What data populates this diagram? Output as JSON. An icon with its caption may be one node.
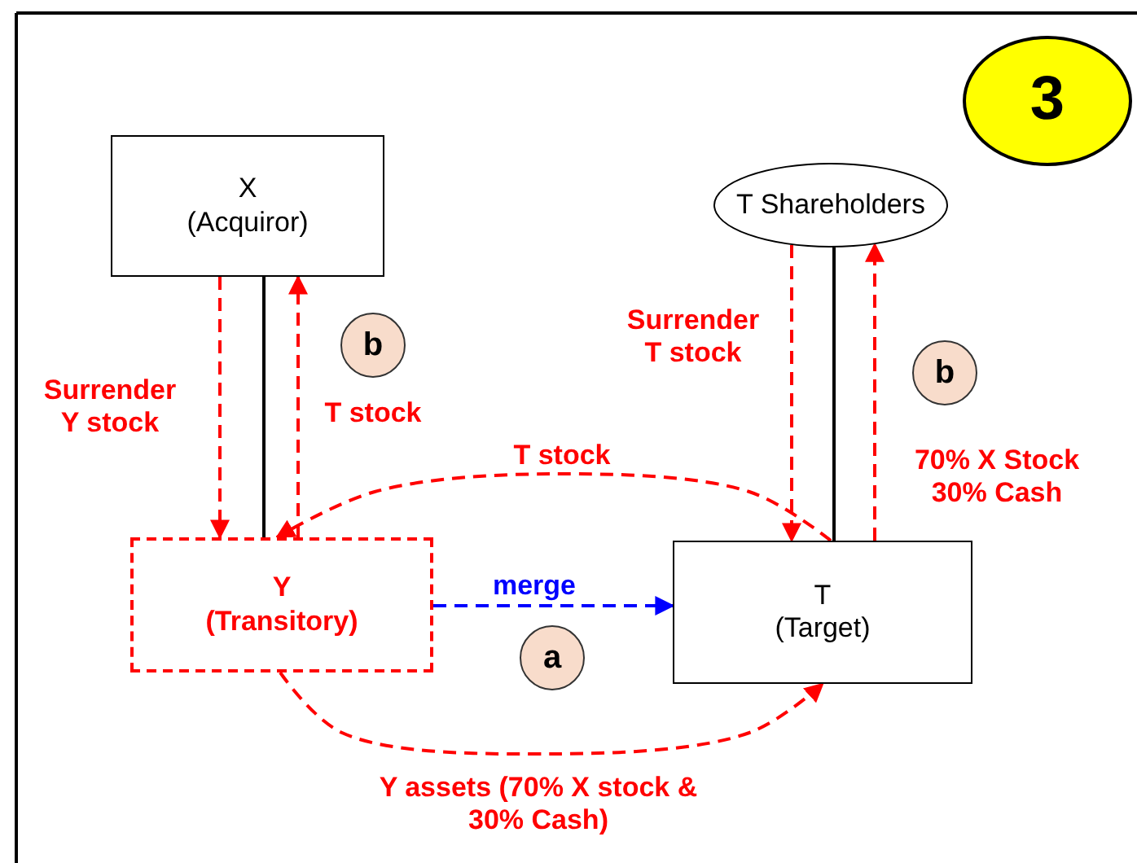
{
  "diagram": {
    "nodes": [
      {
        "text": [
          "3"
        ]
      },
      {
        "text": [
          "X",
          "(Acquiror)"
        ]
      },
      {
        "text": [
          "T Shareholders"
        ]
      },
      {
        "text": [
          "b"
        ]
      },
      {
        "text": [
          "b"
        ]
      },
      {
        "text": [
          "Y",
          "(Transitory)"
        ]
      },
      {
        "text": [
          "T",
          "(Target)"
        ]
      },
      {
        "text": [
          "a"
        ]
      }
    ],
    "edges": [
      {
        "from": 1,
        "to": 5,
        "arrow": "none",
        "color": "#000000"
      },
      {
        "from": 1,
        "to": 5,
        "arrow": "to",
        "style": "dashed",
        "label": "Surrender Y stock"
      },
      {
        "from": 5,
        "to": 1,
        "arrow": "to",
        "style": "dashed",
        "label": "T stock"
      },
      {
        "from": 2,
        "to": 6,
        "arrow": "none",
        "color": "#000000"
      },
      {
        "from": 2,
        "to": 6,
        "arrow": "to",
        "style": "dashed",
        "label": "Surrender T stock"
      },
      {
        "from": 6,
        "to": 2,
        "arrow": "to",
        "style": "dashed",
        "label": "70% X Stock 30% Cash"
      },
      {
        "from": 6,
        "to": 5,
        "arrow": "to",
        "style": "dashed",
        "label": "T stock"
      },
      {
        "from": 5,
        "to": 6,
        "arrow": "to",
        "style": "dashed",
        "color": "#0000ff",
        "label": "merge"
      },
      {
        "from": 5,
        "to": 6,
        "arrow": "to",
        "style": "dashed",
        "label": "Y assets (70% X stock & 30% Cash)"
      }
    ]
  }
}
